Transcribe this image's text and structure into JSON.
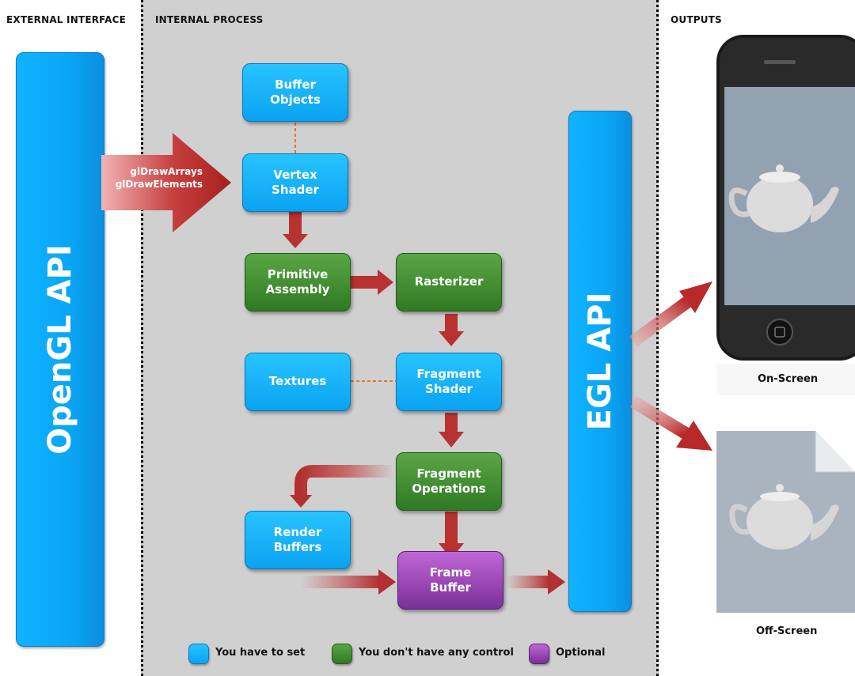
{
  "sections": {
    "external": "EXTERNAL INTERFACE",
    "internal": "INTERNAL PROCESS",
    "outputs": "OUTPUTS"
  },
  "apis": {
    "opengl": "OpenGL API",
    "egl": "EGL API"
  },
  "calls": [
    "glDrawArrays",
    "glDrawElements"
  ],
  "boxes": {
    "buffer_objects": "Buffer\nObjects",
    "vertex_shader": "Vertex\nShader",
    "primitive_assembly": "Primitive\nAssembly",
    "rasterizer": "Rasterizer",
    "textures": "Textures",
    "fragment_shader": "Fragment\nShader",
    "fragment_operations": "Fragment\nOperations",
    "render_buffers": "Render\nBuffers",
    "frame_buffer": "Frame\nBuffer"
  },
  "legend": {
    "blue": "You have to set",
    "green": "You don't have any control",
    "purple": "Optional"
  },
  "outputs": {
    "on_screen": "On-Screen",
    "off_screen": "Off-Screen"
  },
  "colors": {
    "blue": "#0aa2f2",
    "green": "#2f7a22",
    "purple": "#7a2f98",
    "arrow": "#b83232",
    "panel": "#d0d0d0"
  }
}
